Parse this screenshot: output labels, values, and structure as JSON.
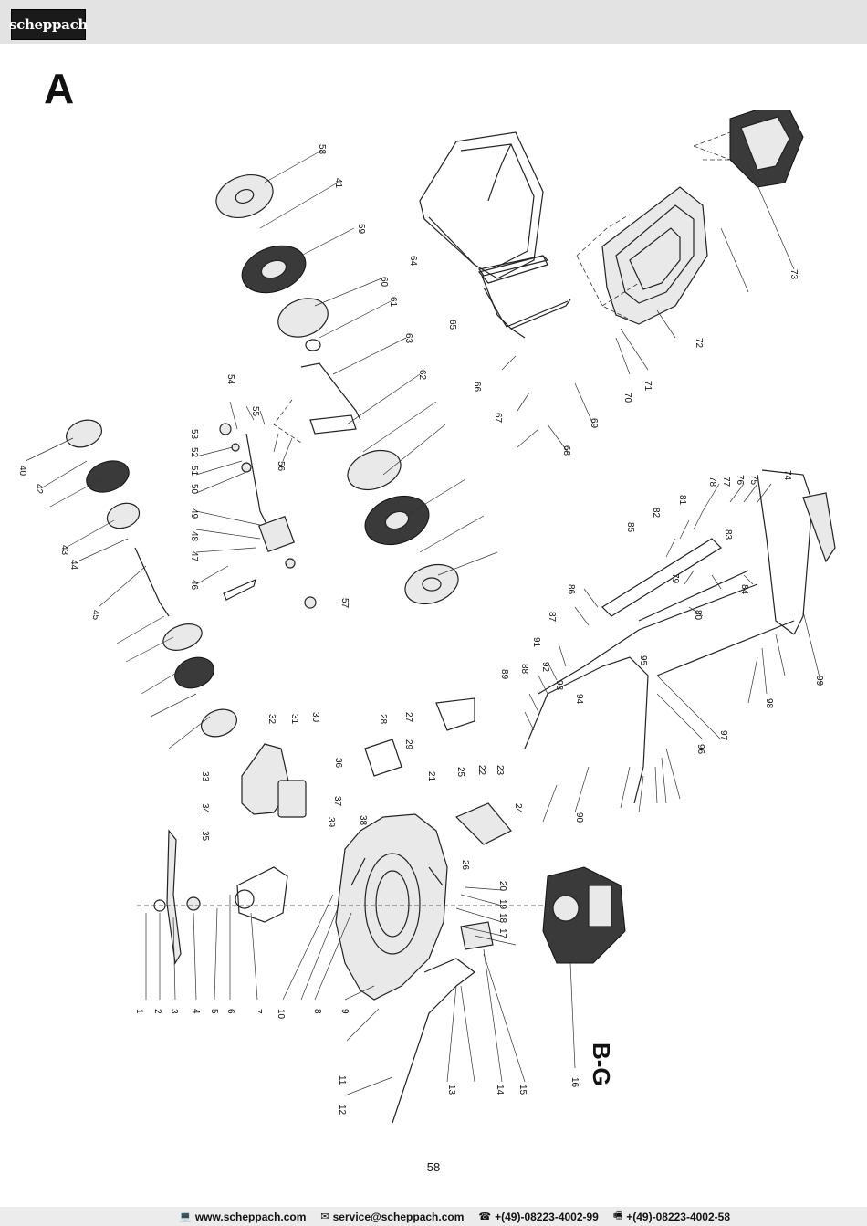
{
  "header": {
    "brand": "scheppach"
  },
  "section_letter": "A",
  "diagram": {
    "group_label": "B-G",
    "callouts": [
      "1",
      "2",
      "3",
      "4",
      "5",
      "6",
      "7",
      "8",
      "9",
      "10",
      "11",
      "12",
      "13",
      "14",
      "15",
      "16",
      "17",
      "18",
      "19",
      "20",
      "21",
      "22",
      "23",
      "24",
      "25",
      "26",
      "27",
      "28",
      "29",
      "30",
      "31",
      "32",
      "33",
      "34",
      "35",
      "36",
      "37",
      "38",
      "39",
      "40",
      "41",
      "42",
      "43",
      "44",
      "45",
      "46",
      "47",
      "48",
      "49",
      "50",
      "51",
      "52",
      "53",
      "54",
      "55",
      "56",
      "57",
      "58",
      "59",
      "60",
      "61",
      "62",
      "63",
      "64",
      "65",
      "66",
      "67",
      "68",
      "69",
      "70",
      "71",
      "72",
      "73",
      "74",
      "75",
      "76",
      "77",
      "78",
      "79",
      "80",
      "81",
      "82",
      "83",
      "84",
      "85",
      "86",
      "87",
      "88",
      "89",
      "90",
      "91",
      "92",
      "93",
      "94",
      "95",
      "96",
      "97",
      "98",
      "99"
    ]
  },
  "page_number": "58",
  "footer": {
    "website": "www.scheppach.com",
    "email": "service@scheppach.com",
    "phone": "+(49)-08223-4002-99",
    "fax": "+(49)-08223-4002-58",
    "icons": [
      "monitor-icon",
      "mail-icon",
      "phone-icon",
      "fax-icon"
    ]
  }
}
